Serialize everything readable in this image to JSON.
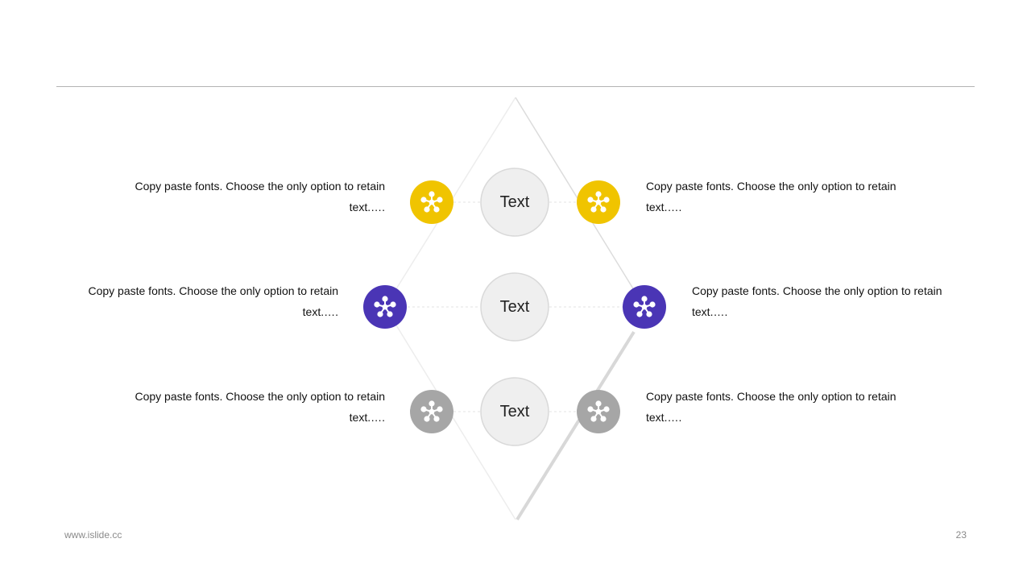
{
  "colors": {
    "yellow": "#F0C400",
    "purple": "#4A35B5",
    "gray": "#A6A6A6",
    "center_fill": "#EFEFEF",
    "center_stroke": "#D9D9D9"
  },
  "centers": [
    {
      "label": "Text"
    },
    {
      "label": "Text"
    },
    {
      "label": "Text"
    }
  ],
  "rows": [
    {
      "color": "yellow",
      "icon": "network-icon",
      "left_text": "Copy paste fonts. Choose the only option to retain text.….",
      "right_text": "Copy paste fonts. Choose the only option to retain text.…."
    },
    {
      "color": "purple",
      "icon": "network-icon",
      "left_text": "Copy paste fonts. Choose the only option to retain text.….",
      "right_text": "Copy paste fonts. Choose the only option to retain text.…."
    },
    {
      "color": "gray",
      "icon": "network-icon",
      "left_text": "Copy paste fonts. Choose the only option to retain text.….",
      "right_text": "Copy paste fonts. Choose the only option to retain text.…."
    }
  ],
  "footer": {
    "url": "www.islide.cc",
    "page_number": "23"
  }
}
